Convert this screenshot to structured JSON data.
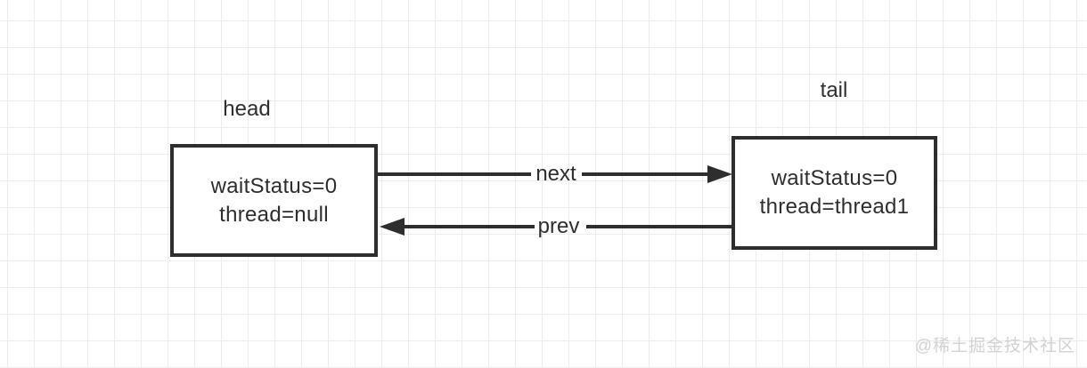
{
  "colors": {
    "ink": "#2e2e2e",
    "grid_line": "#ededed",
    "background": "#ffffff",
    "watermark_text": "#d2d2d2"
  },
  "nodes": [
    {
      "id": "head",
      "title": "head",
      "fields": [
        "waitStatus=0",
        "thread=null"
      ]
    },
    {
      "id": "tail",
      "title": "tail",
      "fields": [
        "waitStatus=0",
        "thread=thread1"
      ]
    }
  ],
  "edges": [
    {
      "label": "next",
      "from": "head",
      "to": "tail",
      "direction": "right"
    },
    {
      "label": "prev",
      "from": "tail",
      "to": "head",
      "direction": "left"
    }
  ],
  "watermark": "@稀土掘金技术社区"
}
